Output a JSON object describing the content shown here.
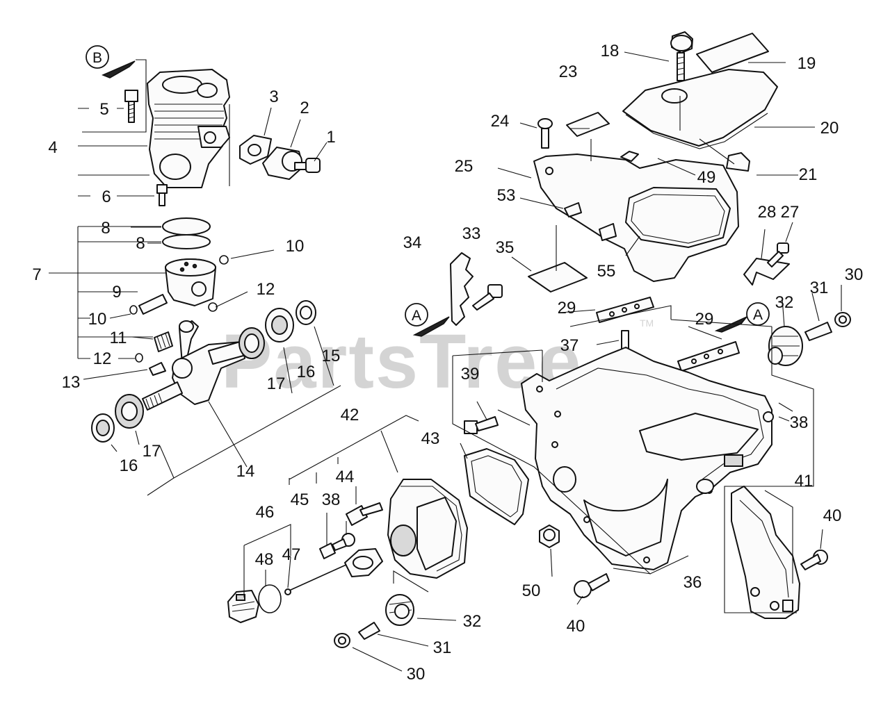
{
  "watermark": {
    "text": "PartsTree",
    "tm": "TM"
  },
  "view_markers": {
    "a": "A",
    "b": "B"
  },
  "callouts": {
    "c1": "1",
    "c2": "2",
    "c3": "3",
    "c4": "4",
    "c5": "5",
    "c6": "6",
    "c7": "7",
    "c8a": "8",
    "c8b": "8",
    "c9": "9",
    "c10a": "10",
    "c10b": "10",
    "c11": "11",
    "c12a": "12",
    "c12b": "12",
    "c13": "13",
    "c14": "14",
    "c15": "15",
    "c16a": "16",
    "c16b": "16",
    "c17a": "17",
    "c17b": "17",
    "c18": "18",
    "c19": "19",
    "c20": "20",
    "c21": "21",
    "c23": "23",
    "c24": "24",
    "c25": "25",
    "c27": "27",
    "c28": "28",
    "c29a": "29",
    "c29b": "29",
    "c30a": "30",
    "c30b": "30",
    "c31a": "31",
    "c31b": "31",
    "c32a": "32",
    "c32b": "32",
    "c33": "33",
    "c34": "34",
    "c35": "35",
    "c36": "36",
    "c37": "37",
    "c38a": "38",
    "c38b": "38",
    "c39": "39",
    "c40a": "40",
    "c40b": "40",
    "c41": "41",
    "c42": "42",
    "c43": "43",
    "c44": "44",
    "c45": "45",
    "c46": "46",
    "c47": "47",
    "c48": "48",
    "c49": "49",
    "c50": "50",
    "c53": "53",
    "c55": "55"
  }
}
